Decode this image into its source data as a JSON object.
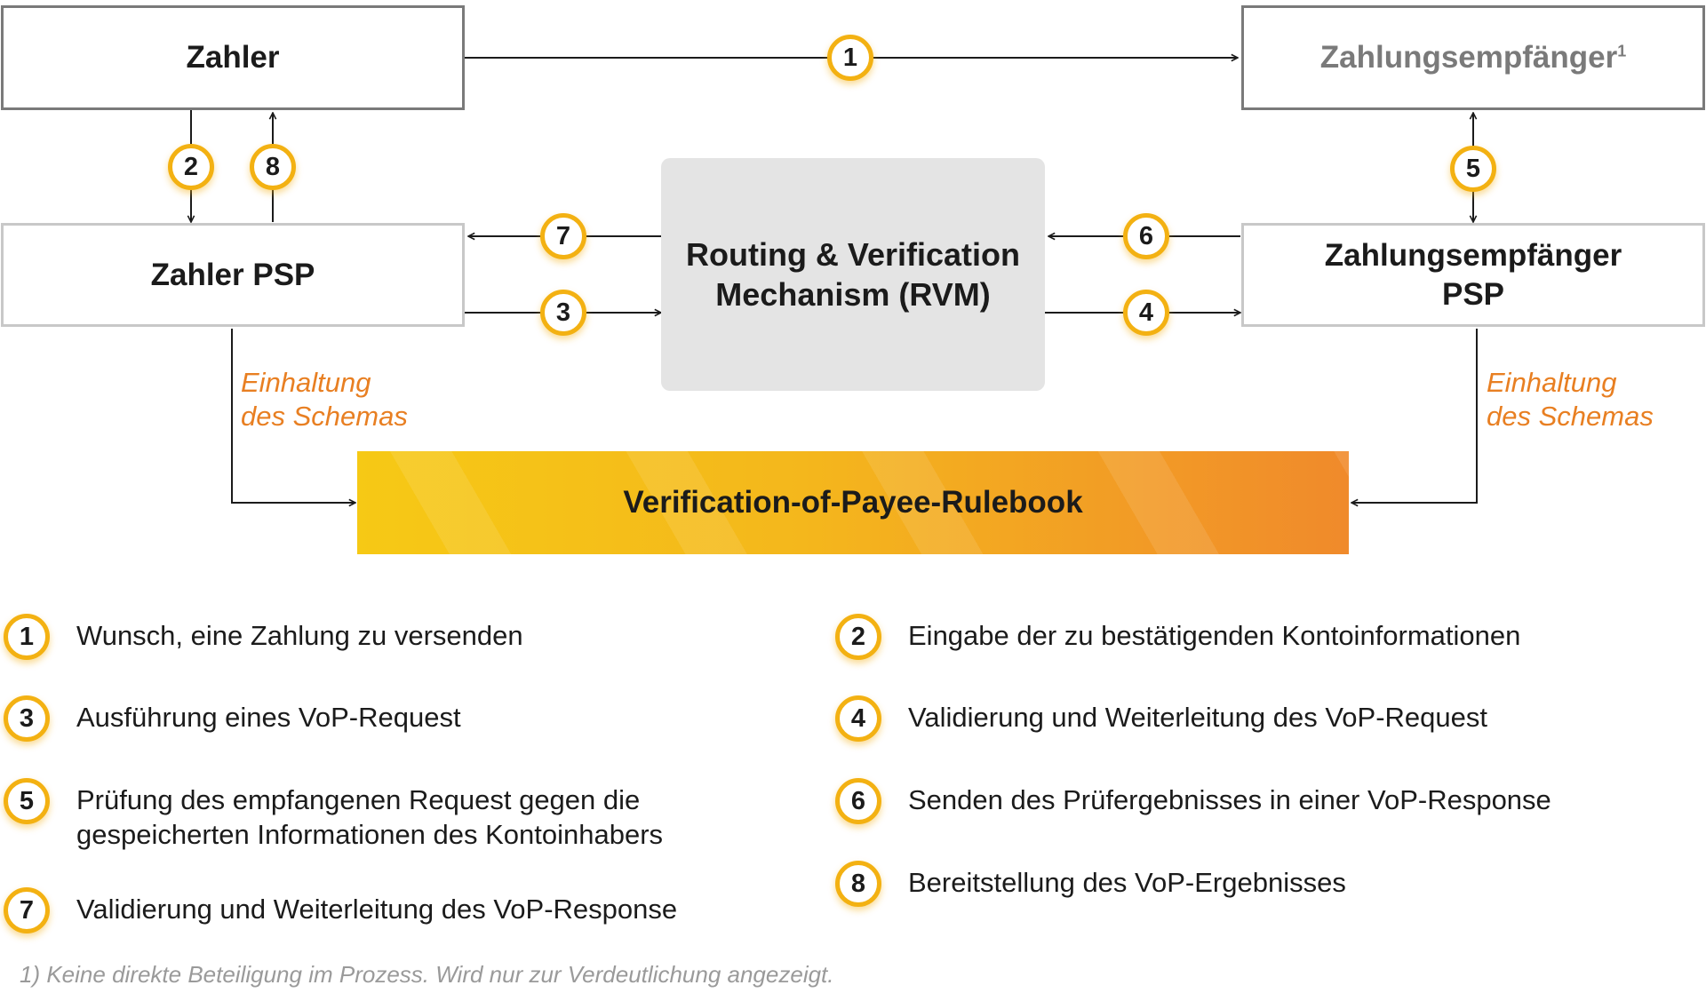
{
  "nodes": {
    "payer": "Zahler",
    "payee": "Zahlungsempfänger",
    "payee_footnote_mark": "1",
    "payer_psp": "Zahler PSP",
    "payee_psp_line1": "Zahlungsempfänger",
    "payee_psp_line2": "PSP",
    "rvm_line1": "Routing & Verification",
    "rvm_line2": "Mechanism (RVM)",
    "rulebook": "Verification-of-Payee-Rulebook"
  },
  "schema_note": {
    "left_line1": "Einhaltung",
    "left_line2": "des Schemas",
    "right_line1": "Einhaltung",
    "right_line2": "des Schemas"
  },
  "steps": [
    "1",
    "2",
    "3",
    "4",
    "5",
    "6",
    "7",
    "8"
  ],
  "legend": [
    {
      "num": "1",
      "text": "Wunsch, eine Zahlung zu versenden"
    },
    {
      "num": "2",
      "text": "Eingabe der zu bestätigenden Kontoinformationen"
    },
    {
      "num": "3",
      "text": "Ausführung eines VoP-Request"
    },
    {
      "num": "4",
      "text": "Validierung und Weiterleitung des VoP-Request"
    },
    {
      "num": "5",
      "text": "Prüfung des empfangenen Request gegen die\ngespeicherten Informationen des Kontoinhabers"
    },
    {
      "num": "6",
      "text": "Senden des Prüfergebnisses in einer VoP-Response"
    },
    {
      "num": "7",
      "text": "Validierung und Weiterleitung des VoP-Response"
    },
    {
      "num": "8",
      "text": "Bereitstellung des VoP-Ergebnisses"
    }
  ],
  "footnote": "1) Keine direkte Beteiligung im Prozess. Wird nur zur Verdeutlichung angezeigt.",
  "colors": {
    "badge_ring": "#f3b112",
    "note_text": "#e87f22",
    "rulebook_start": "#f6c915",
    "rulebook_end": "#f08a2b",
    "rvm_fill": "#e4e4e4"
  }
}
